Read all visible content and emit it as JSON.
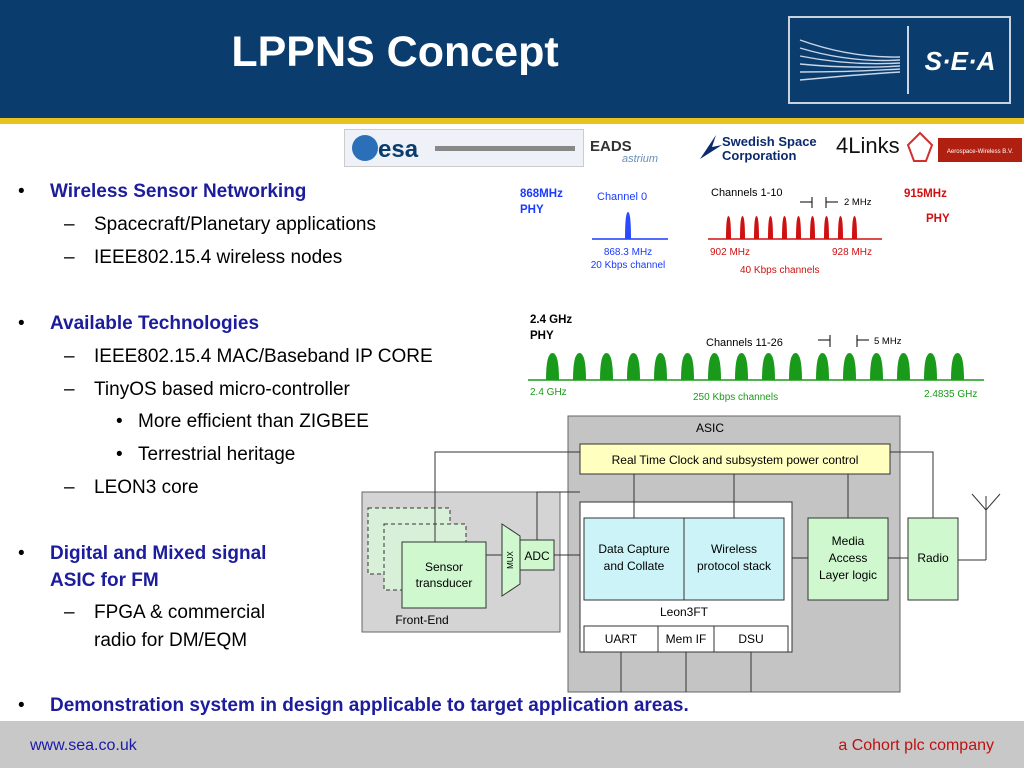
{
  "title": "LPPNS Concept",
  "brand": {
    "logo_text": "S·E·A"
  },
  "partners": {
    "esa": "esa",
    "eads": "EADS",
    "astrium": "astrium",
    "ssc": "Swedish Space Corporation",
    "fourlinks": "4Links",
    "aerospace": "Aerospace-Wireless B.V."
  },
  "bullets": {
    "b1": "Wireless Sensor Networking",
    "b1_s1": "Spacecraft/Planetary applications",
    "b1_s2": "IEEE802.15.4 wireless nodes",
    "b2": "Available Technologies",
    "b2_s1": "IEEE802.15.4 MAC/Baseband IP CORE",
    "b2_s2": "TinyOS based micro-controller",
    "b2_s2_a": "More efficient than ZIGBEE",
    "b2_s2_b": "Terrestrial heritage",
    "b2_s3": "LEON3 core",
    "b3_l1": "Digital and Mixed signal",
    "b3_l2": "ASIC for FM",
    "b3_s1_l1": "FPGA & commercial",
    "b3_s1_l2": "radio for DM/EQM",
    "b4": "Demonstration system in design applicable to target application areas."
  },
  "phy": {
    "p868_l1": "868MHz",
    "p868_l2": "PHY",
    "channel0": "Channel 0",
    "ch0_freq": "868.3 MHz",
    "ch0_rate": "20 Kbps channel",
    "channels_1_10": "Channels 1-10",
    "spacing_2mhz": "2 MHz",
    "p915_l1": "915MHz",
    "p915_l2": "PHY",
    "f902": "902 MHz",
    "f928": "928 MHz",
    "rate_40": "40 Kbps channels",
    "p24_l1": "2.4 GHz",
    "p24_l2": "PHY",
    "channels_11_26": "Channels 11-26",
    "spacing_5mhz": "5 MHz",
    "f24": "2.4 GHz",
    "f24835": "2.4835 GHz",
    "rate_250": "250 Kbps channels"
  },
  "asic": {
    "title": "ASIC",
    "rtc": "Real Time Clock and subsystem power control",
    "data_capture_l1": "Data Capture",
    "data_capture_l2": "and Collate",
    "wireless_l1": "Wireless",
    "wireless_l2": "protocol stack",
    "leon": "Leon3FT",
    "uart": "UART",
    "memif": "Mem IF",
    "dsu": "DSU",
    "mac_l1": "Media",
    "mac_l2": "Access",
    "mac_l3": "Layer  logic",
    "radio": "Radio",
    "sensor_l1": "Sensor",
    "sensor_l2": "transducer",
    "mux": "MUX",
    "adc": "ADC",
    "frontend": "Front-End"
  },
  "footer": {
    "url": "www.sea.co.uk",
    "company": "a Cohort plc company"
  },
  "colors": {
    "header": "#0b3c6e",
    "accent_bar": "#e8c21e",
    "bullet_heading": "#1c1c9c",
    "red_phy": "#d01010",
    "green_phy": "#1a9a1a",
    "blue_phy": "#1a3aff"
  }
}
